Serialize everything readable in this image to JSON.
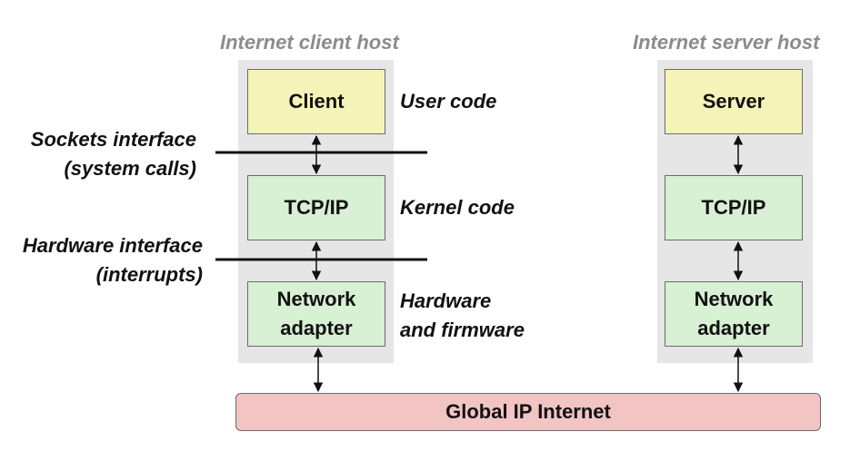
{
  "client_host": {
    "title": "Internet client host",
    "client": "Client",
    "tcpip": "TCP/IP",
    "adapter_line1": "Network",
    "adapter_line2": "adapter"
  },
  "server_host": {
    "title": "Internet server host",
    "server": "Server",
    "tcpip": "TCP/IP",
    "adapter_line1": "Network",
    "adapter_line2": "adapter"
  },
  "layer_labels": {
    "user_code": "User code",
    "kernel_code": "Kernel code",
    "hardware_line1": "Hardware",
    "hardware_line2": "and firmware"
  },
  "interfaces": {
    "sockets_line1": "Sockets interface",
    "sockets_line2": "(system calls)",
    "hardware_line1": "Hardware interface",
    "hardware_line2": "(interrupts)"
  },
  "network": "Global IP Internet",
  "colors": {
    "panel": "#e6e6e6",
    "user_box": "#f6f3b9",
    "kernel_box": "#d8f0d4",
    "internet_box": "#f2c4c4",
    "host_title": "#8c8c8c"
  }
}
